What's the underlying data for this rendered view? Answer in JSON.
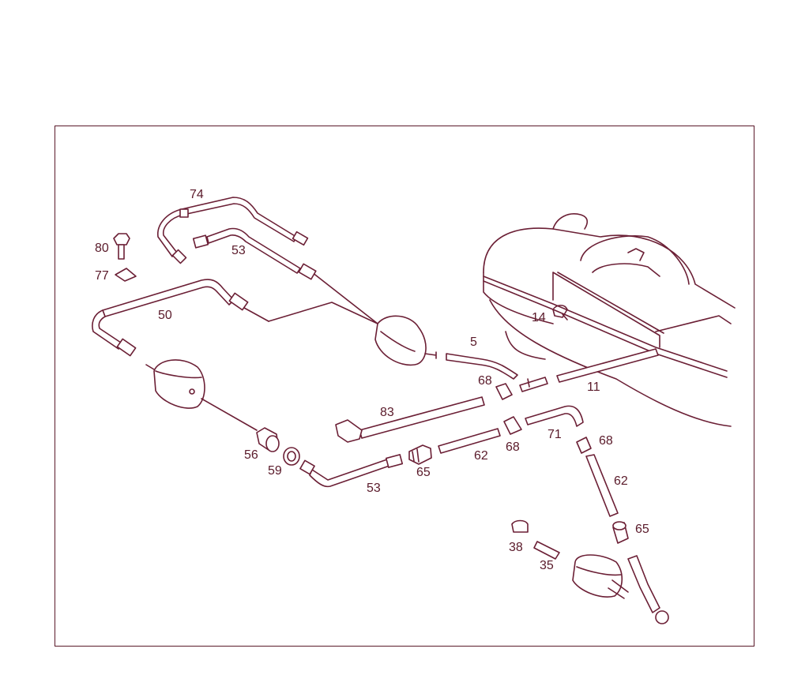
{
  "diagram": {
    "labels": [
      {
        "id": "p74",
        "text": "74"
      },
      {
        "id": "p80",
        "text": "80"
      },
      {
        "id": "p77",
        "text": "77"
      },
      {
        "id": "p53a",
        "text": "53"
      },
      {
        "id": "p50",
        "text": "50"
      },
      {
        "id": "p5",
        "text": "5"
      },
      {
        "id": "p14",
        "text": "14"
      },
      {
        "id": "p68a",
        "text": "68"
      },
      {
        "id": "p11",
        "text": "11"
      },
      {
        "id": "p83",
        "text": "83"
      },
      {
        "id": "p71",
        "text": "71"
      },
      {
        "id": "p68b",
        "text": "68"
      },
      {
        "id": "p68c",
        "text": "68"
      },
      {
        "id": "p56",
        "text": "56"
      },
      {
        "id": "p59",
        "text": "59"
      },
      {
        "id": "p65a",
        "text": "65"
      },
      {
        "id": "p62a",
        "text": "62"
      },
      {
        "id": "p53b",
        "text": "53"
      },
      {
        "id": "p62b",
        "text": "62"
      },
      {
        "id": "p65b",
        "text": "65"
      },
      {
        "id": "p38",
        "text": "38"
      },
      {
        "id": "p35",
        "text": "35"
      }
    ],
    "colors": {
      "line": "#6b1f35",
      "frame": "#5a1a2a",
      "background": "#ffffff"
    }
  }
}
